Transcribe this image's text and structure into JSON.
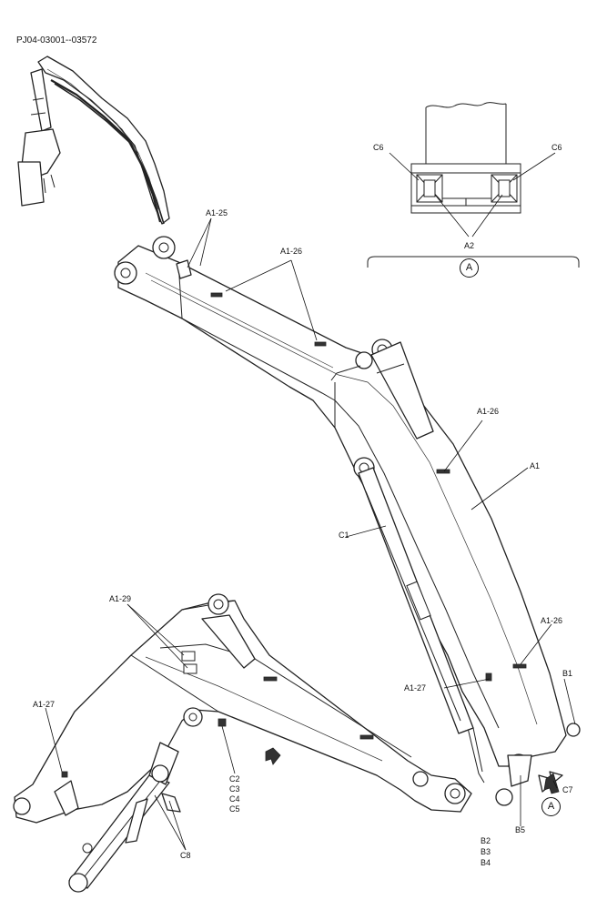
{
  "document_number": "PJ04-03001--03572",
  "detail_view": {
    "labels": {
      "c6_left": "C6",
      "c6_right": "C6",
      "a2": "A2"
    },
    "view_marker": "A"
  },
  "callouts": {
    "a1_25": "A1-25",
    "a1_26_top": "A1-26",
    "a1_26_mid": "A1-26",
    "a1_26_low": "A1-26",
    "a1": "A1",
    "c1": "C1",
    "a1_29": "A1-29",
    "a1_27_left": "A1-27",
    "a1_27_right": "A1-27",
    "b1": "B1",
    "c7": "C7",
    "b5": "B5",
    "c2": "C2",
    "c3": "C3",
    "c4": "C4",
    "c5": "C5",
    "c8": "C8",
    "b2": "B2",
    "b3": "B3",
    "b4": "B4"
  },
  "view_marker_main": "A"
}
